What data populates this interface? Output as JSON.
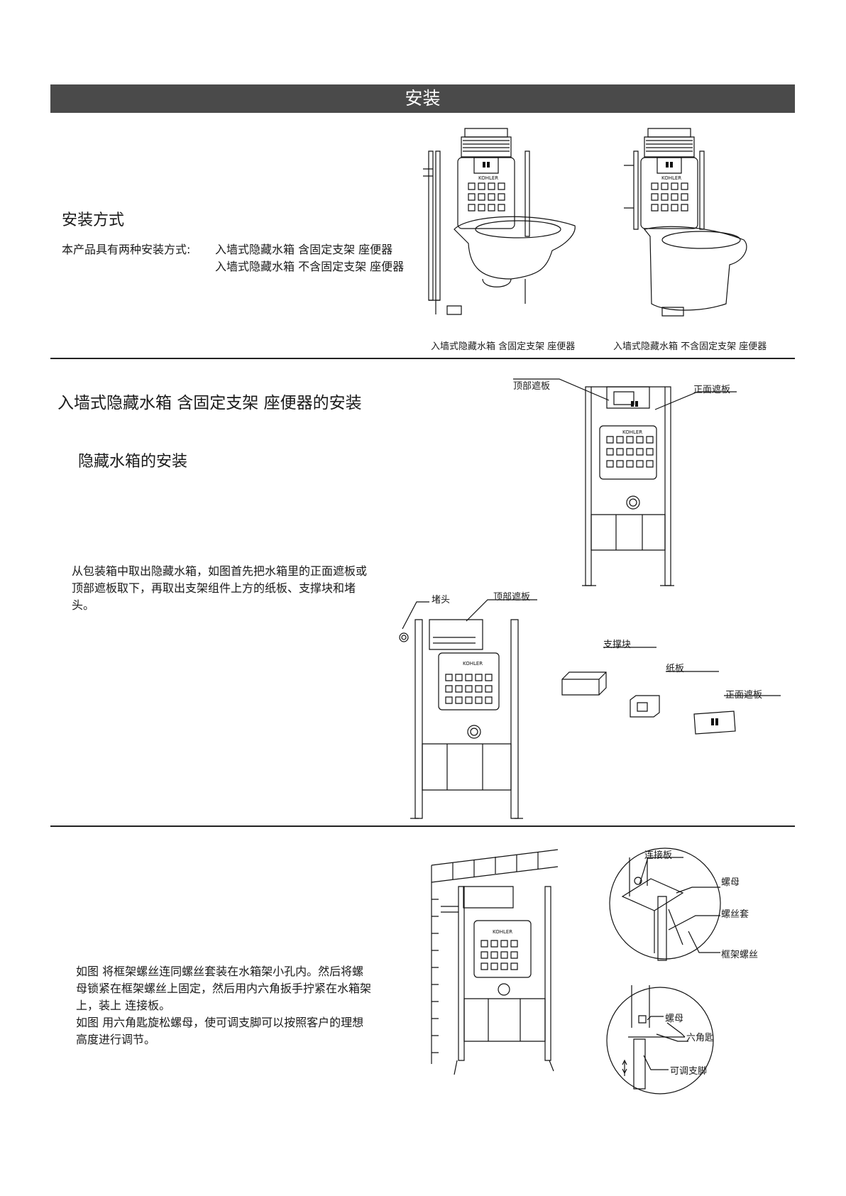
{
  "header": {
    "title": "安装"
  },
  "section1": {
    "heading": "安装方式",
    "intro_label": "本产品具有两种安装方式:",
    "option1": "入墙式隐藏水箱 含固定支架 座便器",
    "option2": "入墙式隐藏水箱 不含固定支架 座便器",
    "caption1": "入墙式隐藏水箱 含固定支架 座便器",
    "caption2": "入墙式隐藏水箱 不含固定支架 座便器"
  },
  "section2": {
    "heading": "入墙式隐藏水箱 含固定支架 座便器的安装",
    "subheading": "隐藏水箱的安装",
    "paragraph_lines": [
      "从包装箱中取出隐藏水箱，如图首先把水箱里的正面遮板或",
      "顶部遮板取下，再取出支架组件上方的纸板、支撑块和堵",
      "头。"
    ],
    "labels": {
      "top_cover_1": "顶部遮板",
      "front_cover_1": "正面遮板",
      "plug": "堵头",
      "top_cover_2": "顶部遮板",
      "support_block": "支撑块",
      "cardboard": "纸板",
      "front_cover_2": "正面遮板"
    }
  },
  "section3": {
    "paragraph_lines": [
      "如图  将框架螺丝连同螺丝套装在水箱架小孔内。然后将螺",
      "母锁紧在框架螺丝上固定，然后用内六角扳手拧紧在水箱架",
      "上，装上  连接板。",
      "如图  用六角匙旋松螺母，使可调支脚可以按照客户的理想",
      "高度进行调节。"
    ],
    "labels": {
      "connecting_plate": "连接板",
      "nut_1": "螺母",
      "screw_sleeve": "螺丝套",
      "frame_screw": "框架螺丝",
      "nut_2": "螺母",
      "hex_key": "六角匙",
      "adjustable_foot": "可调支脚"
    }
  },
  "brand_text": "KOHLER"
}
